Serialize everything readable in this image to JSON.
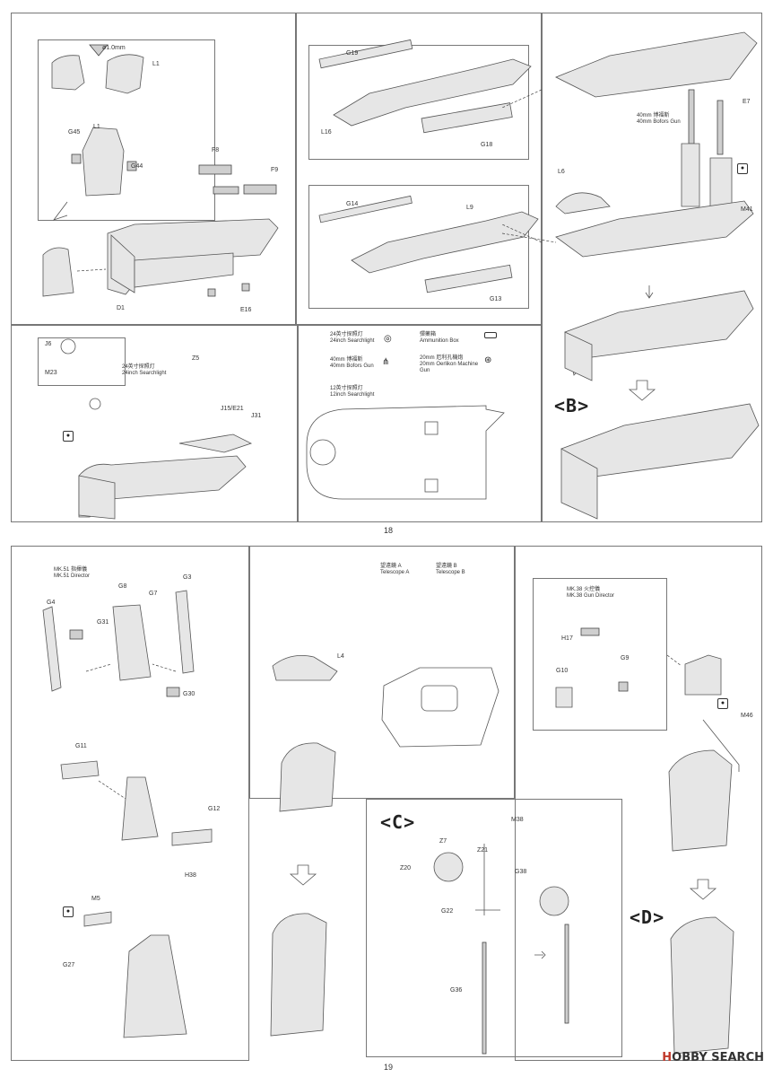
{
  "pages": {
    "top": "18",
    "bottom": "19"
  },
  "steps": {
    "b": "<B>",
    "c": "<C>",
    "d": "<D>"
  },
  "parts": {
    "L1": "L1",
    "L1b": "L1",
    "G45": "G45",
    "G44": "G44",
    "F8": "F8",
    "F9": "F9",
    "D1": "D1",
    "E16": "E16",
    "G19": "G19",
    "L16": "L16",
    "G18": "G18",
    "E7": "E7",
    "L6": "L6",
    "M41": "M41",
    "G14": "G14",
    "L9": "L9",
    "G13": "G13",
    "J6": "J6",
    "M23": "M23",
    "Z5": "Z5",
    "J15E21": "J15/E21",
    "J31": "J31",
    "G4": "G4",
    "G8": "G8",
    "G7": "G7",
    "G3": "G3",
    "G31": "G31",
    "G30": "G30",
    "G11": "G11",
    "G12": "G12",
    "H38": "H38",
    "M5": "M5",
    "G27": "G27",
    "L4": "L4",
    "M38": "M38",
    "Z7": "Z7",
    "Z21": "Z21",
    "Z20": "Z20",
    "G38": "G38",
    "G22": "G22",
    "G36": "G36",
    "H17": "H17",
    "G10": "G10",
    "G9": "G9",
    "M46": "M46"
  },
  "notes": {
    "drill": "ø1.0mm",
    "bofors_top": "40mm 博福斯\n40mm Bofors Gun",
    "searchlight_callout": "24英寸探照灯\n24inch Searchlight",
    "mk51": "MK.51 指揮儀\nMK.51 Director",
    "telescope_a": "望遠鏡 A\nTelescope A",
    "telescope_b": "望遠鏡 B\nTelescope B",
    "mk38": "MK.38 火控儀\nMK.38 Gun Director"
  },
  "legend": {
    "searchlight24": "24英寸探照灯\n24inch Searchlight",
    "bofors": "40mm 博福斯\n40mm Bofors Gun",
    "searchlight12": "12英寸探照灯\n12inch Searchlight",
    "ammo": "彈藥箱\nAmmunition Box",
    "oerlikon": "20mm 厄利孔機炮\n20mm Oerlikon Machine\nGun"
  },
  "watermark": {
    "h": "H",
    "rest": "OBBY SEARCH"
  },
  "icons": [
    "paint-icon",
    "searchlight-icon",
    "bofors-icon",
    "ammo-box-icon",
    "oerlikon-icon",
    "arrow-icon"
  ]
}
